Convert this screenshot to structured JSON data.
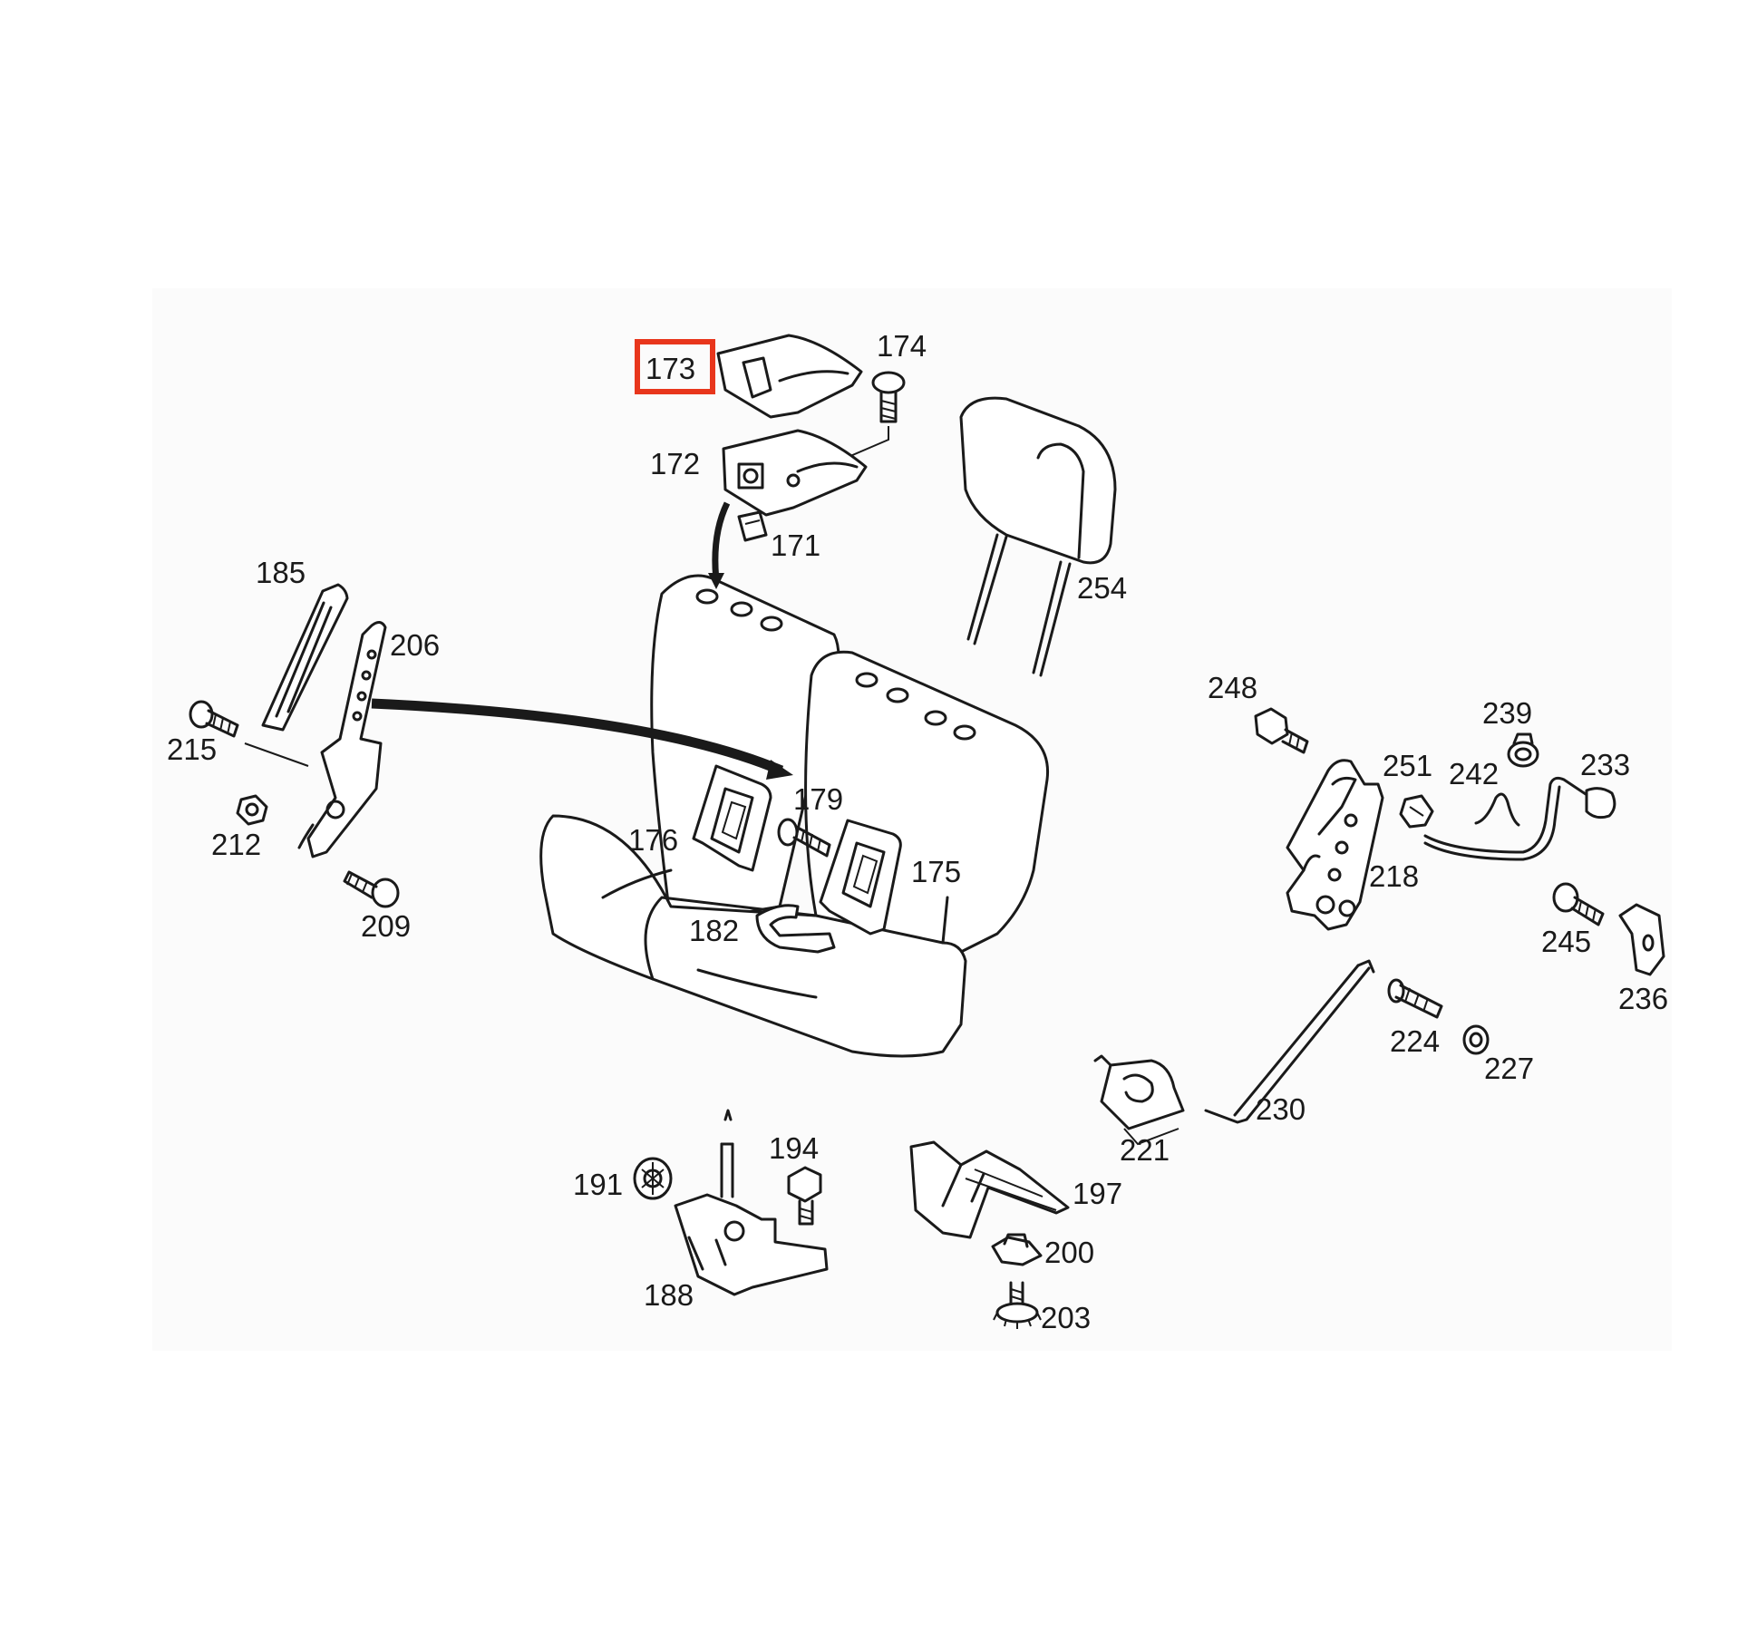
{
  "diagram": {
    "highlight_color": "#e8361c",
    "line_color": "#1a1a1a",
    "panel_color": "#fbfbfb",
    "highlighted_part": "173",
    "parts": [
      {
        "id": "p173",
        "label": "173"
      },
      {
        "id": "p174",
        "label": "174"
      },
      {
        "id": "p172",
        "label": "172"
      },
      {
        "id": "p171",
        "label": "171"
      },
      {
        "id": "p185",
        "label": "185"
      },
      {
        "id": "p206",
        "label": "206"
      },
      {
        "id": "p215",
        "label": "215"
      },
      {
        "id": "p212",
        "label": "212"
      },
      {
        "id": "p209",
        "label": "209"
      },
      {
        "id": "p254",
        "label": "254"
      },
      {
        "id": "p179",
        "label": "179"
      },
      {
        "id": "p176",
        "label": "176"
      },
      {
        "id": "p175",
        "label": "175"
      },
      {
        "id": "p182",
        "label": "182"
      },
      {
        "id": "p248",
        "label": "248"
      },
      {
        "id": "p239",
        "label": "239"
      },
      {
        "id": "p251",
        "label": "251"
      },
      {
        "id": "p242",
        "label": "242"
      },
      {
        "id": "p233",
        "label": "233"
      },
      {
        "id": "p218",
        "label": "218"
      },
      {
        "id": "p245",
        "label": "245"
      },
      {
        "id": "p236",
        "label": "236"
      },
      {
        "id": "p224",
        "label": "224"
      },
      {
        "id": "p227",
        "label": "227"
      },
      {
        "id": "p230",
        "label": "230"
      },
      {
        "id": "p221",
        "label": "221"
      },
      {
        "id": "p194",
        "label": "194"
      },
      {
        "id": "p191",
        "label": "191"
      },
      {
        "id": "p188",
        "label": "188"
      },
      {
        "id": "p197",
        "label": "197"
      },
      {
        "id": "p200",
        "label": "200"
      },
      {
        "id": "p203",
        "label": "203"
      }
    ]
  }
}
